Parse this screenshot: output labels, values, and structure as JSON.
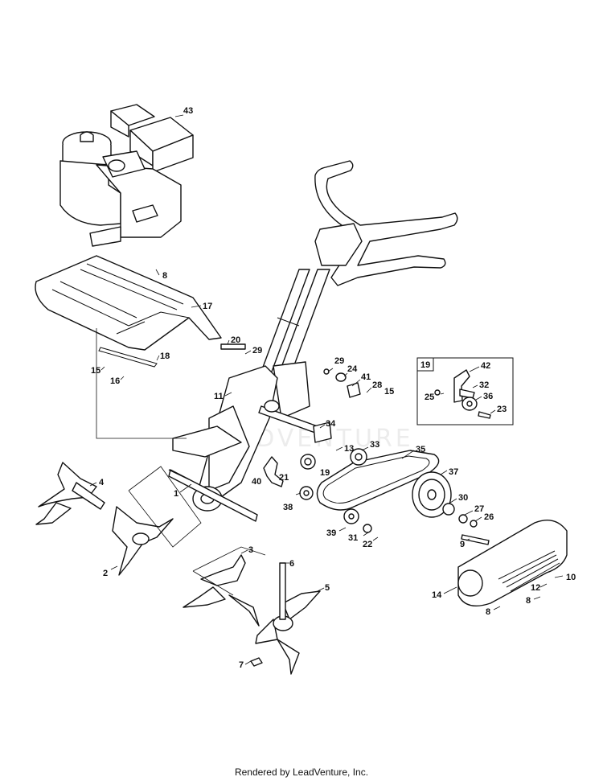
{
  "diagram": {
    "callouts": [
      {
        "id": "c43",
        "label": "43"
      },
      {
        "id": "c8a",
        "label": "8"
      },
      {
        "id": "c17",
        "label": "17"
      },
      {
        "id": "c18",
        "label": "18"
      },
      {
        "id": "c15a",
        "label": "15"
      },
      {
        "id": "c16",
        "label": "16"
      },
      {
        "id": "c20",
        "label": "20"
      },
      {
        "id": "c29a",
        "label": "29"
      },
      {
        "id": "c11",
        "label": "11"
      },
      {
        "id": "c29b",
        "label": "29"
      },
      {
        "id": "c24",
        "label": "24"
      },
      {
        "id": "c41",
        "label": "41"
      },
      {
        "id": "c28",
        "label": "28"
      },
      {
        "id": "c15b",
        "label": "15"
      },
      {
        "id": "c34",
        "label": "34"
      },
      {
        "id": "c13",
        "label": "13"
      },
      {
        "id": "c33",
        "label": "33"
      },
      {
        "id": "c35",
        "label": "35"
      },
      {
        "id": "c21",
        "label": "21"
      },
      {
        "id": "c19a",
        "label": "19"
      },
      {
        "id": "c40",
        "label": "40"
      },
      {
        "id": "c38",
        "label": "38"
      },
      {
        "id": "c37",
        "label": "37"
      },
      {
        "id": "c30",
        "label": "30"
      },
      {
        "id": "c27",
        "label": "27"
      },
      {
        "id": "c26",
        "label": "26"
      },
      {
        "id": "c39",
        "label": "39"
      },
      {
        "id": "c31",
        "label": "31"
      },
      {
        "id": "c22",
        "label": "22"
      },
      {
        "id": "c9",
        "label": "9"
      },
      {
        "id": "c4",
        "label": "4"
      },
      {
        "id": "c1",
        "label": "1"
      },
      {
        "id": "c2",
        "label": "2"
      },
      {
        "id": "c3",
        "label": "3"
      },
      {
        "id": "c6",
        "label": "6"
      },
      {
        "id": "c5",
        "label": "5"
      },
      {
        "id": "c7",
        "label": "7"
      },
      {
        "id": "c12",
        "label": "12"
      },
      {
        "id": "c10",
        "label": "10"
      },
      {
        "id": "c14",
        "label": "14"
      },
      {
        "id": "c8b",
        "label": "8"
      },
      {
        "id": "c8c",
        "label": "8"
      }
    ],
    "inset": {
      "label": "19",
      "callouts": [
        {
          "id": "i42",
          "label": "42"
        },
        {
          "id": "i25",
          "label": "25"
        },
        {
          "id": "i32",
          "label": "32"
        },
        {
          "id": "i36",
          "label": "36"
        },
        {
          "id": "i23",
          "label": "23"
        }
      ]
    },
    "watermark": "LEADVENTURE"
  },
  "footer": {
    "text": "Rendered by LeadVenture, Inc."
  }
}
